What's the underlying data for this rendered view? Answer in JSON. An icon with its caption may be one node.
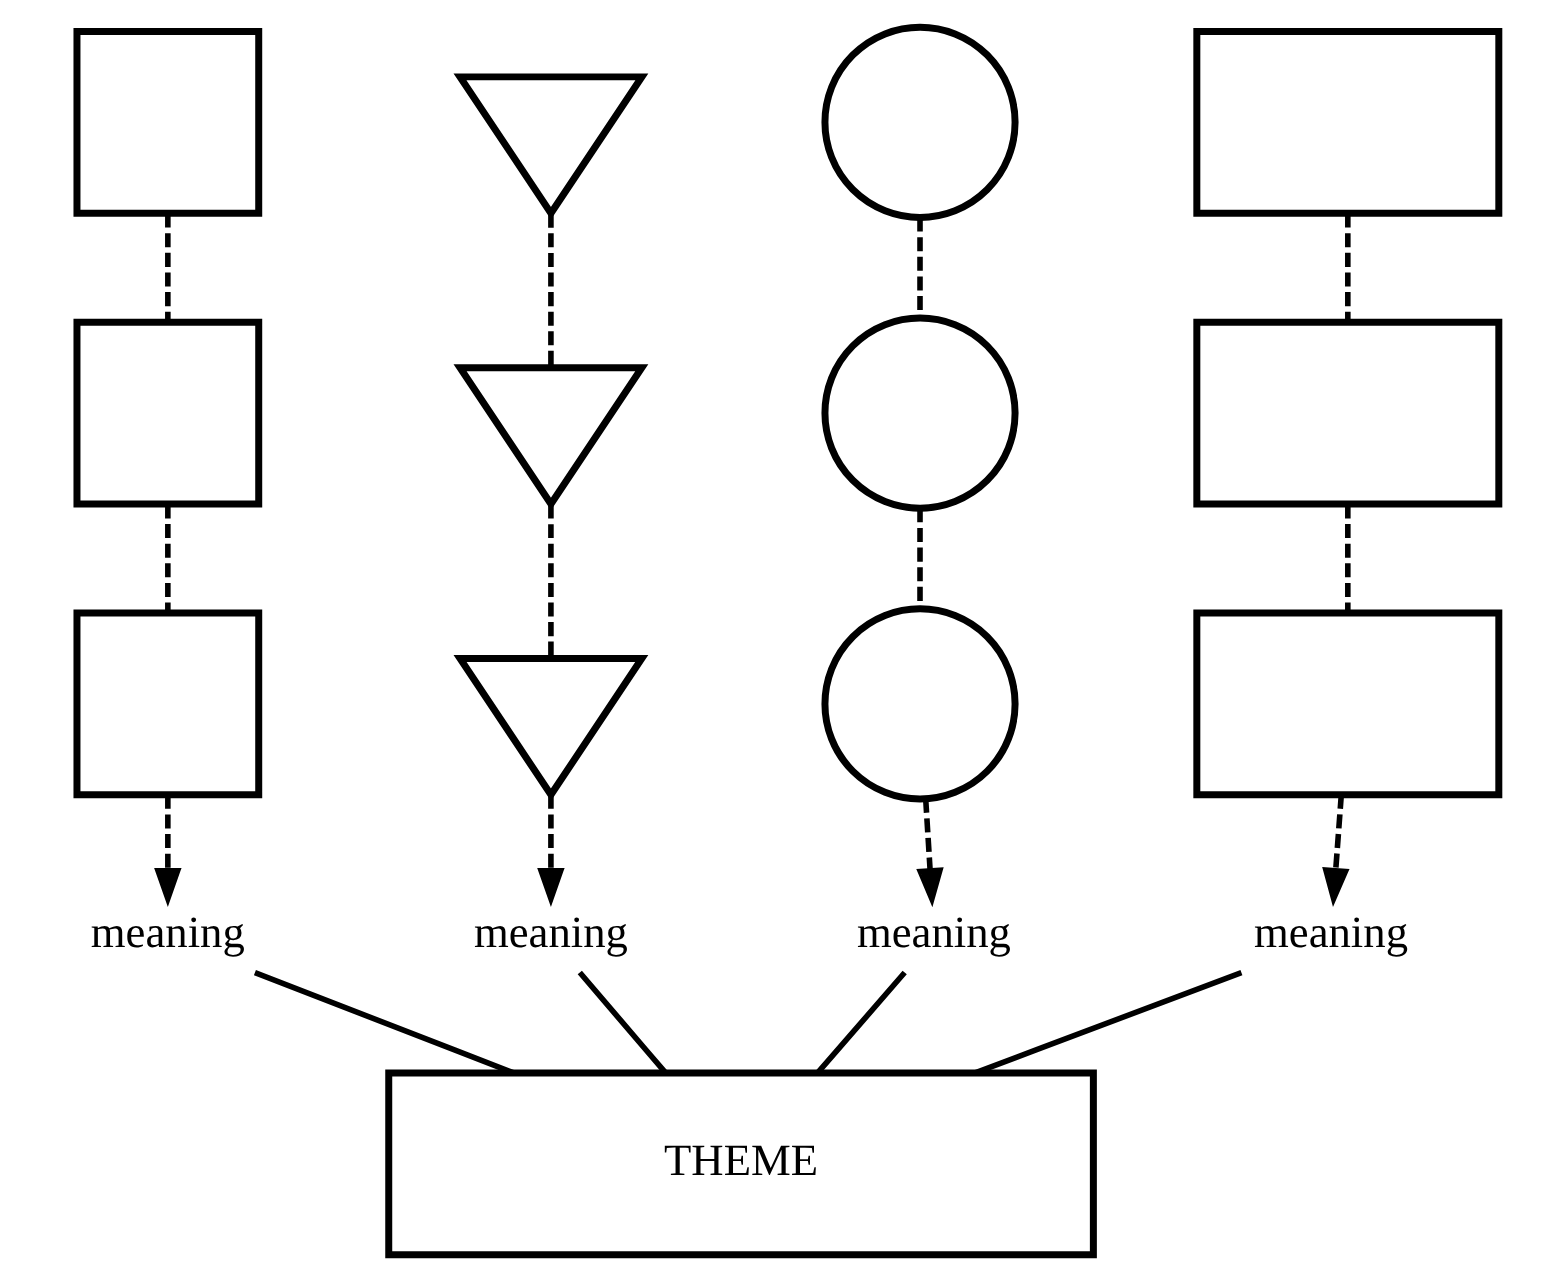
{
  "diagram": {
    "nodes": [
      {
        "text": [],
        "shape": "box"
      },
      {
        "text": [],
        "shape": "triangle"
      },
      {
        "text": [],
        "shape": "circle"
      },
      {
        "text": [],
        "shape": "box"
      },
      {
        "text": [],
        "shape": "box"
      },
      {
        "text": [],
        "shape": "triangle"
      },
      {
        "text": [],
        "shape": "circle"
      },
      {
        "text": [],
        "shape": "box"
      },
      {
        "text": [],
        "shape": "box"
      },
      {
        "text": [],
        "shape": "triangle"
      },
      {
        "text": [],
        "shape": "circle"
      },
      {
        "text": [],
        "shape": "box"
      },
      {
        "text": [
          "meaning"
        ]
      },
      {
        "text": [
          "meaning"
        ]
      },
      {
        "text": [
          "meaning"
        ]
      },
      {
        "text": [
          "meaning"
        ]
      },
      {
        "text": [
          "THEME"
        ]
      }
    ],
    "edges": [
      {
        "from": 0,
        "to": 4,
        "arrow": "none",
        "style": "dashed"
      },
      {
        "from": 4,
        "to": 8,
        "arrow": "none",
        "style": "dashed"
      },
      {
        "from": 1,
        "to": 5,
        "arrow": "none",
        "style": "dashed"
      },
      {
        "from": 5,
        "to": 9,
        "arrow": "none",
        "style": "dashed"
      },
      {
        "from": 2,
        "to": 6,
        "arrow": "none",
        "style": "dashed"
      },
      {
        "from": 6,
        "to": 10,
        "arrow": "none",
        "style": "dashed"
      },
      {
        "from": 3,
        "to": 7,
        "arrow": "none",
        "style": "dashed"
      },
      {
        "from": 7,
        "to": 11,
        "arrow": "none",
        "style": "dashed"
      },
      {
        "from": 8,
        "to": 12,
        "arrow": "to",
        "style": "dashed"
      },
      {
        "from": 9,
        "to": 13,
        "arrow": "to",
        "style": "dashed"
      },
      {
        "from": 10,
        "to": 14,
        "arrow": "to",
        "style": "dashed"
      },
      {
        "from": 11,
        "to": 15,
        "arrow": "to",
        "style": "dashed"
      },
      {
        "from": 12,
        "to": 16,
        "arrow": "none"
      },
      {
        "from": 13,
        "to": 16,
        "arrow": "none"
      },
      {
        "from": 14,
        "to": 16,
        "arrow": "none"
      },
      {
        "from": 15,
        "to": 16,
        "arrow": "none"
      }
    ]
  }
}
